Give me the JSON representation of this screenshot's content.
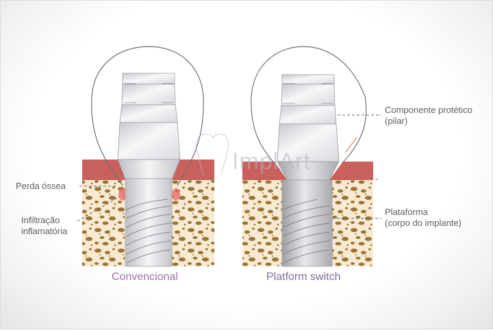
{
  "figure": {
    "watermark": "ImplArt",
    "panels": [
      {
        "caption": "Convencional",
        "caption_color": "#a070a8"
      },
      {
        "caption": "Platform switch",
        "caption_color": "#7e6f94"
      }
    ],
    "left_labels": {
      "bone_loss": "Perda óssea",
      "inflammatory_infiltration_line1": "Infiltração",
      "inflammatory_infiltration_line2": "inflamatória"
    },
    "right_labels": {
      "prosthetic_component_line1": "Componente protético",
      "prosthetic_component_line2": "(pilar)",
      "platform_line1": "Plataforma",
      "platform_line2": "(corpo do implante)"
    },
    "colors": {
      "gum": "#c9605c",
      "bone_fill": "#f7ead0",
      "bone_spots": "#9a7438",
      "inflammation": "#f06a6a",
      "metal_light": "#f4f4f6",
      "metal_dark": "#b9bac0",
      "outline": "#6e6e74",
      "label_text": "#5d5d63"
    }
  }
}
